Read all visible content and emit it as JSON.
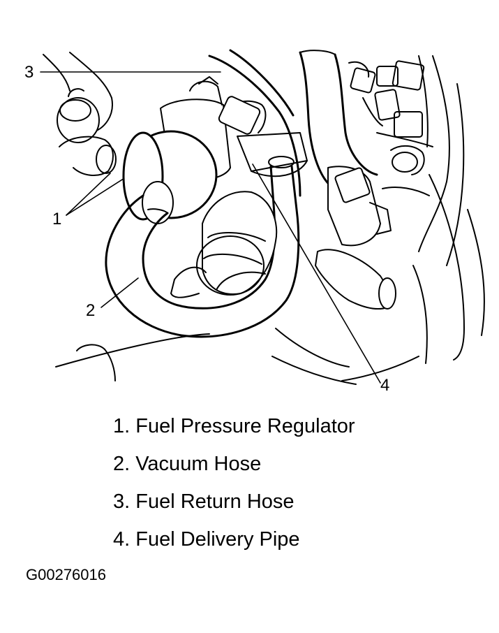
{
  "callouts": {
    "c1": "1",
    "c2": "2",
    "c3": "3",
    "c4": "4"
  },
  "legend": [
    {
      "text": "1. Fuel Pressure Regulator"
    },
    {
      "text": "2. Vacuum Hose"
    },
    {
      "text": "3. Fuel Return Hose"
    },
    {
      "text": "4. Fuel Delivery Pipe"
    }
  ],
  "figure_id": "G00276016"
}
